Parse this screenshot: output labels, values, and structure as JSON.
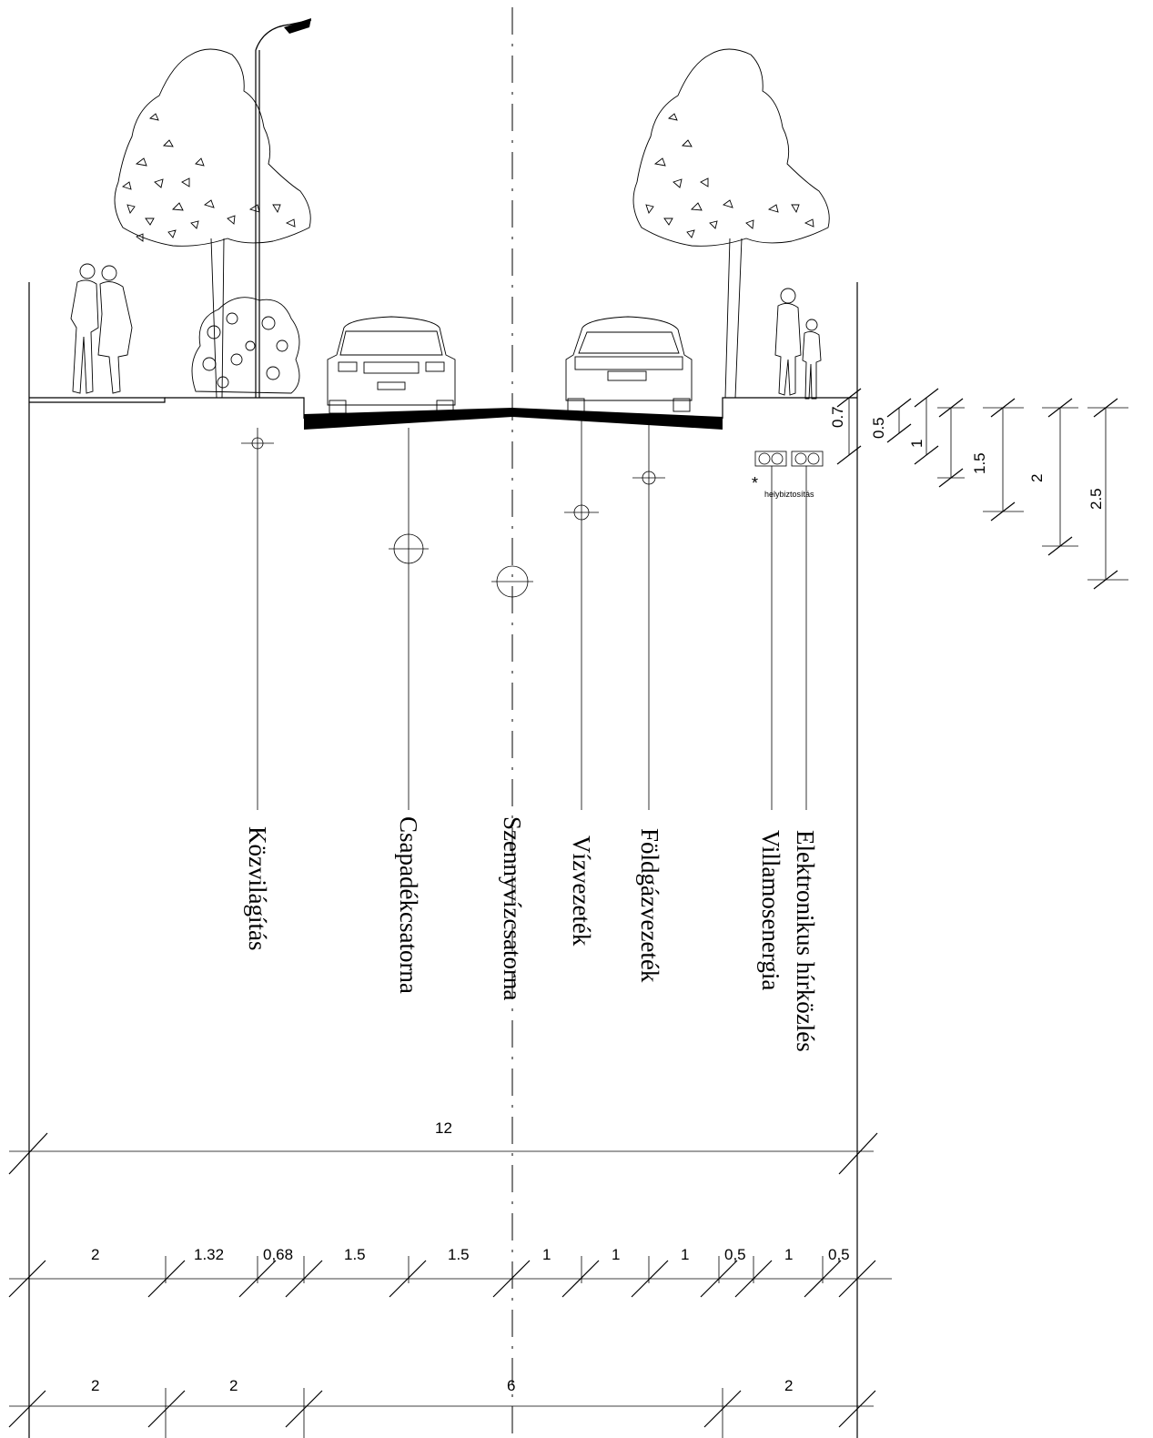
{
  "utilities": [
    {
      "id": "kozvilagitas",
      "label": "Közvilágítás"
    },
    {
      "id": "csapadek",
      "label": "Csapadékcsatorna"
    },
    {
      "id": "szennyviz",
      "label": "Szennyvízcsatorna"
    },
    {
      "id": "vizvezetek",
      "label": "Vízvezeték"
    },
    {
      "id": "foldgaz",
      "label": "Földgázvezeték"
    },
    {
      "id": "villamos",
      "label": "Villamosenergia"
    },
    {
      "id": "hirkozles",
      "label": "Elektronikus hírközlés"
    }
  ],
  "note": {
    "asterisk": "*",
    "text": "helybiztosítás"
  },
  "depth_dimensions": [
    "0.5",
    "0.7",
    "1",
    "1.5",
    "2",
    "2.5"
  ],
  "total_width": "12",
  "detail_widths": [
    "2",
    "1.32",
    "0,68",
    "1.5",
    "1.5",
    "1",
    "1",
    "1",
    "0,5",
    "1",
    "0,5"
  ],
  "zone_widths": [
    "2",
    "2",
    "6",
    "2"
  ]
}
